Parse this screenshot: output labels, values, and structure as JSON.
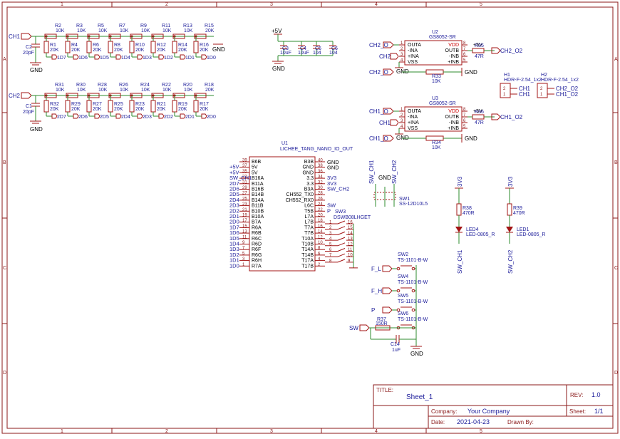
{
  "grid": {
    "cols": [
      "1",
      "2",
      "3",
      "4",
      "5",
      "1",
      "2",
      "3",
      "4",
      "5"
    ],
    "rows": [
      "A",
      "B",
      "C",
      "D",
      "A",
      "B",
      "C",
      "D"
    ]
  },
  "ch1_chain": {
    "input": "CH1",
    "series": [
      {
        "ref": "R2",
        "val": "10K"
      },
      {
        "ref": "R3",
        "val": "10K"
      },
      {
        "ref": "R5",
        "val": "10K"
      },
      {
        "ref": "R7",
        "val": "10K"
      },
      {
        "ref": "R9",
        "val": "10K"
      },
      {
        "ref": "R11",
        "val": "10K"
      },
      {
        "ref": "R13",
        "val": "10K"
      },
      {
        "ref": "R15",
        "val": "20K"
      }
    ],
    "shunt": [
      {
        "ref": "R1",
        "val": "20K",
        "net": "1D7"
      },
      {
        "ref": "R4",
        "val": "20K",
        "net": "1D6"
      },
      {
        "ref": "R6",
        "val": "20K",
        "net": "1D5"
      },
      {
        "ref": "R8",
        "val": "20K",
        "net": "1D4"
      },
      {
        "ref": "R10",
        "val": "20K",
        "net": "1D3"
      },
      {
        "ref": "R12",
        "val": "20K",
        "net": "1D2"
      },
      {
        "ref": "R14",
        "val": "20K",
        "net": "1D1"
      },
      {
        "ref": "R16",
        "val": "20K",
        "net": "1D0"
      }
    ],
    "cap": {
      "ref": "C2",
      "val": "20pF"
    },
    "gnd": "GND"
  },
  "ch2_chain": {
    "input": "CH2",
    "series": [
      {
        "ref": "R31",
        "val": "10K"
      },
      {
        "ref": "R30",
        "val": "10K"
      },
      {
        "ref": "R28",
        "val": "10K"
      },
      {
        "ref": "R26",
        "val": "10K"
      },
      {
        "ref": "R24",
        "val": "10K"
      },
      {
        "ref": "R22",
        "val": "10K"
      },
      {
        "ref": "R20",
        "val": "10K"
      },
      {
        "ref": "R18",
        "val": "20K"
      }
    ],
    "shunt": [
      {
        "ref": "R32",
        "val": "20K",
        "net": "2D7"
      },
      {
        "ref": "R29",
        "val": "20K",
        "net": "2D6"
      },
      {
        "ref": "R27",
        "val": "20K",
        "net": "2D5"
      },
      {
        "ref": "R25",
        "val": "20K",
        "net": "2D4"
      },
      {
        "ref": "R23",
        "val": "20K",
        "net": "2D3"
      },
      {
        "ref": "R21",
        "val": "20K",
        "net": "2D2"
      },
      {
        "ref": "R19",
        "val": "20K",
        "net": "2D1"
      },
      {
        "ref": "R17",
        "val": "20K",
        "net": "2D0"
      }
    ],
    "cap": {
      "ref": "C1",
      "val": "20pF"
    },
    "gnd": "GND"
  },
  "power_caps": {
    "rail": "+5V",
    "caps": [
      {
        "ref": "C3",
        "val": "10uF"
      },
      {
        "ref": "C4",
        "val": "10uF"
      },
      {
        "ref": "C5",
        "val": "104"
      },
      {
        "ref": "C6",
        "val": "104"
      }
    ],
    "gnd": "GND"
  },
  "opamp_u2": {
    "ref": "U2",
    "part": "GS8052-SR",
    "pins_left": [
      "OUTA",
      "-INA",
      "+INA",
      "VSS"
    ],
    "pins_right": [
      "VDD",
      "OUTB",
      "-INB",
      "+INB"
    ],
    "nets": {
      "in_a": "CH2_O",
      "in_b": "CH2",
      "out": "CH2_O2",
      "vdd": "+5V",
      "gnd": "GND"
    },
    "r_out": {
      "ref": "R35",
      "val": "47R"
    },
    "r_fb": {
      "ref": "R33",
      "val": "10K"
    }
  },
  "opamp_u3": {
    "ref": "U3",
    "part": "GS8052-SR",
    "pins_left": [
      "OUTA",
      "-INA",
      "+INA",
      "VSS"
    ],
    "pins_right": [
      "VDD",
      "OUTB",
      "-INB",
      "+INB"
    ],
    "nets": {
      "in_a": "CH1_O",
      "in_b": "CH1",
      "out": "CH1_O2",
      "vdd": "+5V",
      "gnd": "GND"
    },
    "r_out": {
      "ref": "R36",
      "val": "47R"
    },
    "r_fb": {
      "ref": "R34",
      "val": "10K"
    }
  },
  "headers": [
    {
      "ref": "H1",
      "part": "HDR-F-2.54_1x2",
      "pins": [
        "2",
        "1"
      ],
      "nets": [
        "CH1",
        "CH1"
      ]
    },
    {
      "ref": "H2",
      "part": "HDR-F-2.54_1x2",
      "pins": [
        "2",
        "1"
      ],
      "nets": [
        "CH2_O2",
        "CH1_O2"
      ]
    }
  ],
  "mcu": {
    "ref": "U1",
    "part": "LICHEE_TANG_NANO_IO_OUT",
    "left_nets": [
      "+5V",
      "+5V",
      "SW_CH1",
      "2D7",
      "2D6",
      "2D5",
      "2D4",
      "2D3",
      "2D2",
      "2D1",
      "2D0",
      "1D7",
      "1D6",
      "1D5",
      "1D4",
      "1D3",
      "1D2",
      "1D1",
      "1D0"
    ],
    "left_nums": [
      "39",
      "37",
      "35",
      "33",
      "31",
      "29",
      "27",
      "25",
      "23",
      "21",
      "19",
      "17",
      "15",
      "13",
      "11",
      "9",
      "7",
      "5",
      "3",
      "1"
    ],
    "left_pins": [
      "B6B",
      "5V",
      "5V",
      "B16A",
      "B11A",
      "B16B",
      "B14B",
      "B14A",
      "B11B",
      "B10B",
      "B10A",
      "B7A",
      "R6A",
      "R6B",
      "R6C",
      "R6D",
      "R6F",
      "R6G",
      "R6H",
      "R7A"
    ],
    "right_pins": [
      "B3B",
      "GND",
      "GND",
      "3.3",
      "3.3",
      "B3A",
      "CH552_TX0",
      "CH552_RX0",
      "L6C",
      "T5B",
      "L7A",
      "L7B",
      "T7A",
      "T7B",
      "T10A",
      "T10B",
      "T14A",
      "T14B",
      "T17A",
      "T17B"
    ],
    "right_nums": [
      "40",
      "38",
      "36",
      "34",
      "32",
      "30",
      "28",
      "26",
      "24",
      "22",
      "20",
      "18",
      "16",
      "14",
      "12",
      "10",
      "8",
      "6",
      "4",
      "2"
    ],
    "right_nets": [
      "GND",
      "GND",
      "3V3",
      "3V3",
      "SW_CH2",
      "SW",
      "P"
    ],
    "labels_left_extra": [
      "CH552_TX0",
      "CH552_RX0"
    ]
  },
  "sw1": {
    "ref": "SW1",
    "part": "SS-12D10L5",
    "nets": [
      "SW_CH1",
      "GND",
      "SW_CH2"
    ]
  },
  "sw3": {
    "ref": "SW3",
    "part": "DSWB08LHGET",
    "nums_left": [
      "1",
      "2",
      "3",
      "4",
      "5",
      "6",
      "7",
      "8"
    ],
    "nums_right": [
      "16",
      "15",
      "14",
      "13",
      "12",
      "11",
      "10",
      "9"
    ]
  },
  "leds": [
    {
      "ref": "LED4",
      "part": "LED-0805_R",
      "res": {
        "ref": "R38",
        "val": "470R"
      },
      "rail": "3V3",
      "net": "SW_CH1"
    },
    {
      "ref": "LED1",
      "part": "LED-0805_R",
      "res": {
        "ref": "R39",
        "val": "470R"
      },
      "rail": "3V3",
      "net": "SW_CH2"
    }
  ],
  "buttons": [
    {
      "ref": "SW2",
      "part": "TS-1101-B-W",
      "net": "F_L"
    },
    {
      "ref": "SW4",
      "part": "TS-1101-B-W",
      "net": "F_H"
    },
    {
      "ref": "SW5",
      "part": "TS-1101-B-W",
      "net": "P"
    },
    {
      "ref": "SW6",
      "part": "TS-1101-B-W",
      "net": "SW"
    }
  ],
  "sw_rc": {
    "res": {
      "ref": "R37",
      "val": "150R"
    },
    "cap": {
      "ref": "C14",
      "val": "1uF"
    },
    "gnd": "GND"
  },
  "title_block": {
    "title_label": "TITLE:",
    "title": "Sheet_1",
    "rev_label": "REV:",
    "rev": "1.0",
    "company_label": "Company:",
    "company": "Your Company",
    "sheet_label": "Sheet:",
    "sheet": "1/1",
    "date_label": "Date:",
    "date": "2021-04-23",
    "drawn_label": "Drawn By:"
  }
}
